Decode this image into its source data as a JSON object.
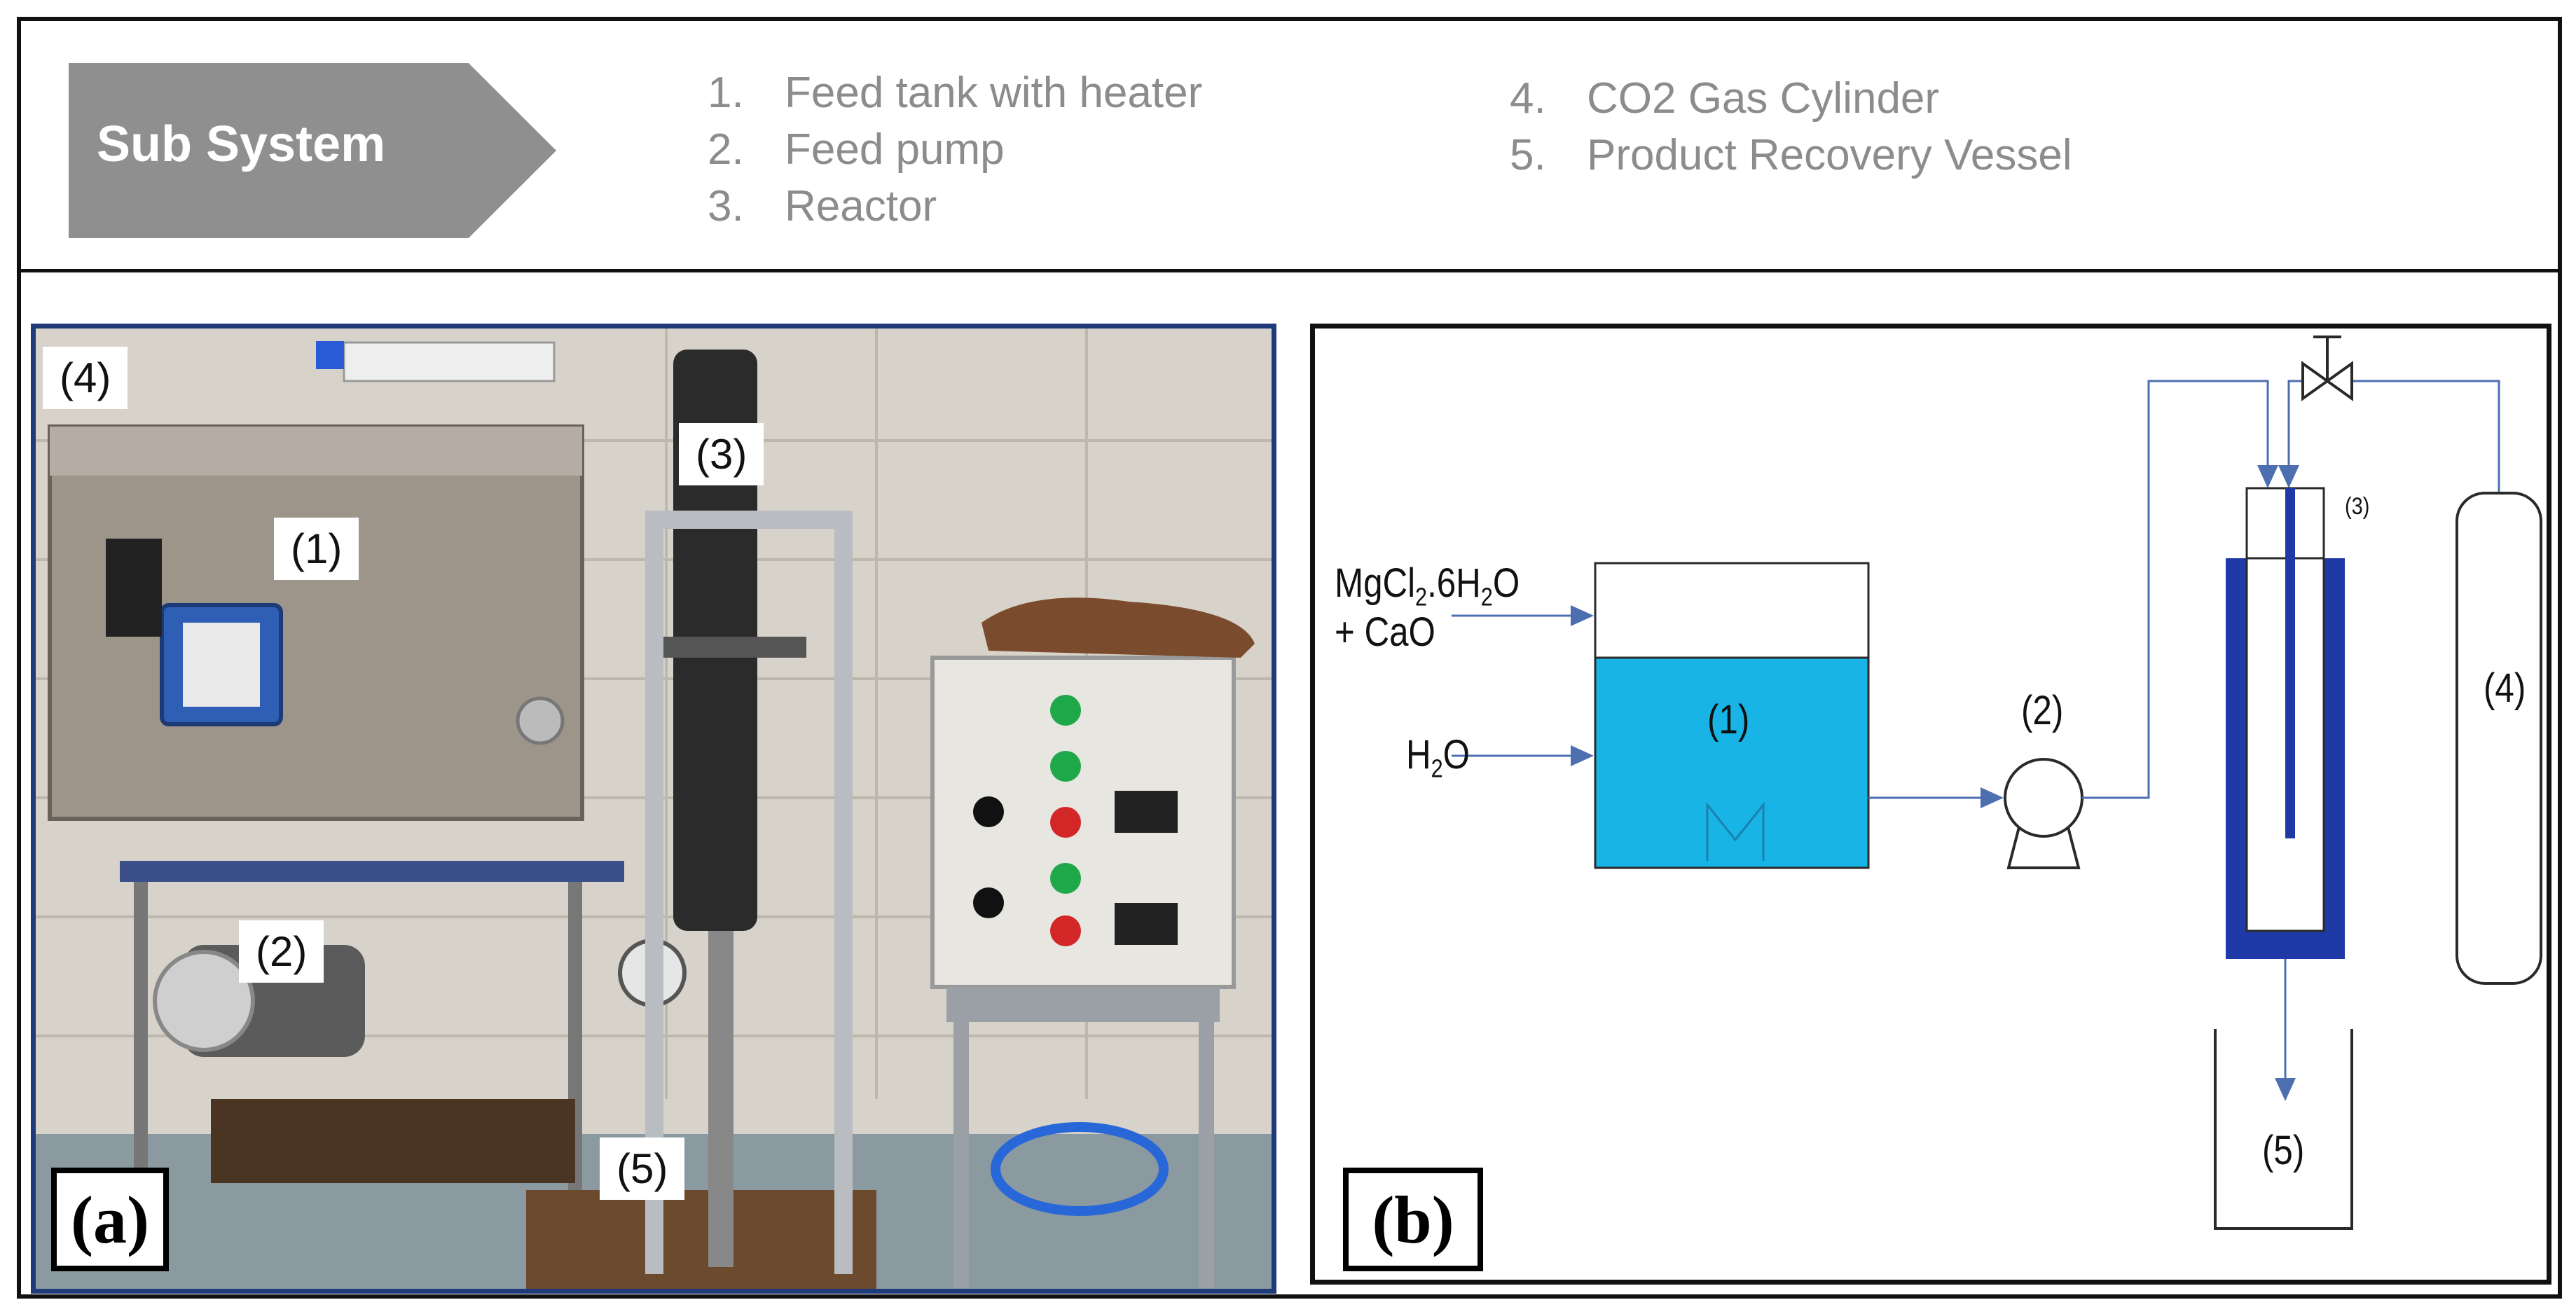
{
  "header": {
    "chevron_label": "Sub System",
    "items_left": [
      {
        "num": "1.",
        "text": "Feed tank with heater"
      },
      {
        "num": "2.",
        "text": "Feed pump"
      },
      {
        "num": "3.",
        "text": "Reactor"
      }
    ],
    "items_right": [
      {
        "num": "4.",
        "text": "CO2 Gas Cylinder"
      },
      {
        "num": "5.",
        "text": "Product Recovery Vessel"
      }
    ]
  },
  "photo": {
    "panel_tag": "(a)",
    "labels": {
      "l1": "(1)",
      "l2": "(2)",
      "l3": "(3)",
      "l4": "(4)",
      "l5": "(5)"
    }
  },
  "schematic": {
    "panel_tag": "(b)",
    "feed_label_line1": "MgCl",
    "feed_label_sub": "2",
    "feed_label_rest": ".6H",
    "feed_label_sub2": "2",
    "feed_label_end": "O",
    "feed_label_line2": "+ CaO",
    "water_label_h": "H",
    "water_label_sub": "2",
    "water_label_o": "O",
    "labels": {
      "l1": "(1)",
      "l2": "(2)",
      "l3": "(3)",
      "l4": "(4)",
      "l5": "(5)"
    }
  },
  "colors": {
    "tank_water": "#18b4e6",
    "reactor_jacket": "#1f3aa6",
    "pipe": "#4d6fb0",
    "chevron": "#8f8f8f",
    "photo_border": "#1f3b7a"
  }
}
